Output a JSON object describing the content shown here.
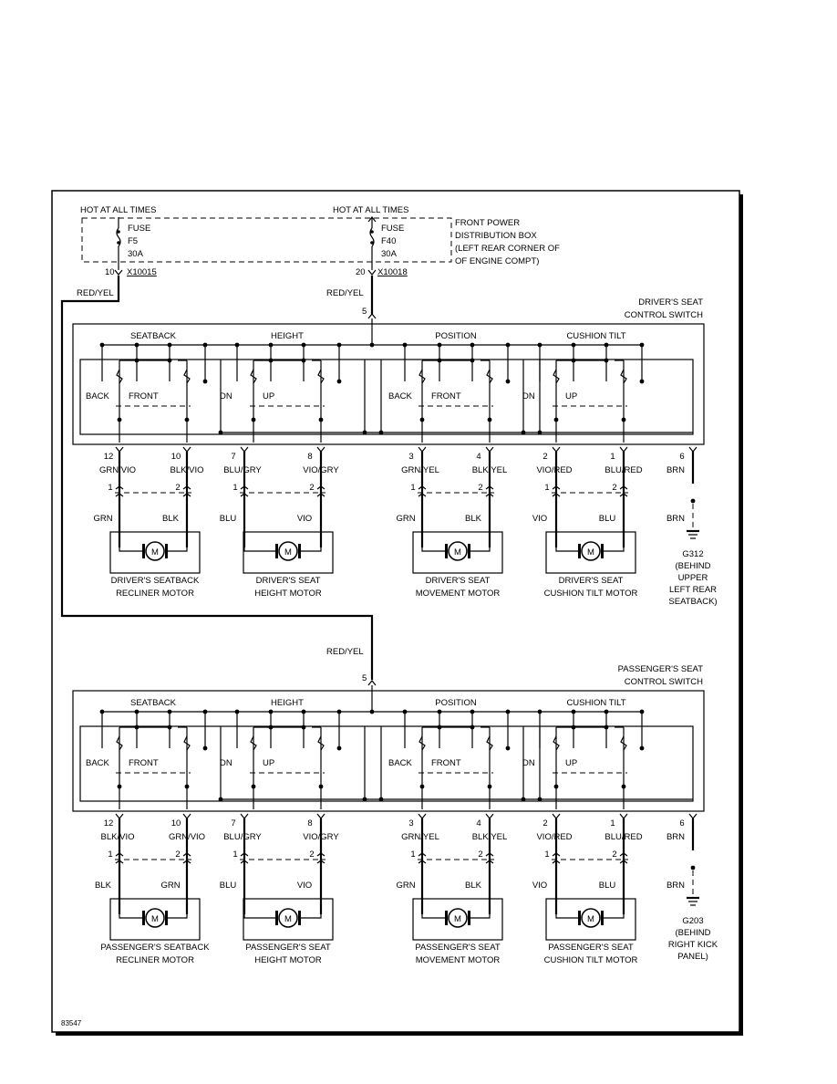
{
  "diagram_id": "83547",
  "power": {
    "hot_left": "HOT AT ALL TIMES",
    "hot_right": "HOT AT ALL TIMES",
    "fuse_left": {
      "l1": "FUSE",
      "l2": "F5",
      "l3": "30A",
      "pin": "10",
      "connector": "X10015"
    },
    "fuse_right": {
      "l1": "FUSE",
      "l2": "F40",
      "l3": "30A",
      "pin": "20",
      "connector": "X10018"
    },
    "box_label": [
      "FRONT POWER",
      "DISTRIBUTION BOX",
      "(LEFT REAR CORNER OF",
      "OF ENGINE COMPT)"
    ],
    "feed_wire_left": "RED/YEL",
    "feed_wire_right": "RED/YEL"
  },
  "switches": [
    {
      "key": "driver",
      "title": [
        "DRIVER'S SEAT",
        "CONTROL SWITCH"
      ],
      "feed_wire": "RED/YEL",
      "feed_pin": "5",
      "sections": [
        "SEATBACK",
        "HEIGHT",
        "POSITION",
        "CUSHION TILT"
      ],
      "contacts": [
        "BACK",
        "FRONT",
        "DN",
        "UP",
        "BACK",
        "FRONT",
        "DN",
        "UP"
      ],
      "pins": [
        "12",
        "10",
        "7",
        "8",
        "3",
        "4",
        "2",
        "1"
      ],
      "wires": [
        "GRN/VIO",
        "BLK/VIO",
        "BLU/GRY",
        "VIO/GRY",
        "GRN/YEL",
        "BLK/YEL",
        "VIO/RED",
        "BLU/RED"
      ],
      "motor_pins": [
        "1",
        "2",
        "1",
        "2",
        "1",
        "2",
        "1",
        "2"
      ],
      "motor_wires": [
        "GRN",
        "BLK",
        "BLU",
        "VIO",
        "GRN",
        "BLK",
        "VIO",
        "BLU"
      ],
      "motors": [
        [
          "DRIVER'S SEATBACK",
          "RECLINER MOTOR"
        ],
        [
          "DRIVER'S SEAT",
          "HEIGHT MOTOR"
        ],
        [
          "DRIVER'S SEAT",
          "MOVEMENT  MOTOR"
        ],
        [
          "DRIVER'S SEAT",
          "CUSHION TILT MOTOR"
        ]
      ],
      "motor_symbol": "M",
      "ground_pin": "6",
      "ground_wire_top": "BRN",
      "ground_wire_bottom": "BRN",
      "ground": [
        "G312",
        "(BEHIND",
        "UPPER",
        "LEFT REAR",
        "SEATBACK)"
      ]
    },
    {
      "key": "passenger",
      "title": [
        "PASSENGER'S SEAT",
        "CONTROL SWITCH"
      ],
      "feed_wire": "RED/YEL",
      "feed_pin": "5",
      "sections": [
        "SEATBACK",
        "HEIGHT",
        "POSITION",
        "CUSHION TILT"
      ],
      "contacts": [
        "BACK",
        "FRONT",
        "DN",
        "UP",
        "BACK",
        "FRONT",
        "DN",
        "UP"
      ],
      "pins": [
        "12",
        "10",
        "7",
        "8",
        "3",
        "4",
        "2",
        "1"
      ],
      "wires": [
        "BLK/VIO",
        "GRN/VIO",
        "BLU/GRY",
        "VIO/GRY",
        "GRN/YEL",
        "BLK/YEL",
        "VIO/RED",
        "BLU/RED"
      ],
      "motor_pins": [
        "1",
        "2",
        "1",
        "2",
        "1",
        "2",
        "1",
        "2"
      ],
      "motor_wires": [
        "BLK",
        "GRN",
        "BLU",
        "VIO",
        "GRN",
        "BLK",
        "VIO",
        "BLU"
      ],
      "motors": [
        [
          "PASSENGER'S SEATBACK",
          "RECLINER MOTOR"
        ],
        [
          "PASSENGER'S SEAT",
          "HEIGHT MOTOR"
        ],
        [
          "PASSENGER'S SEAT",
          "MOVEMENT  MOTOR"
        ],
        [
          "PASSENGER'S SEAT",
          "CUSHION TILT MOTOR"
        ]
      ],
      "motor_symbol": "M",
      "ground_pin": "6",
      "ground_wire_top": "BRN",
      "ground_wire_bottom": "BRN",
      "ground": [
        "G203",
        "(BEHIND",
        "RIGHT KICK",
        "PANEL)"
      ]
    }
  ]
}
